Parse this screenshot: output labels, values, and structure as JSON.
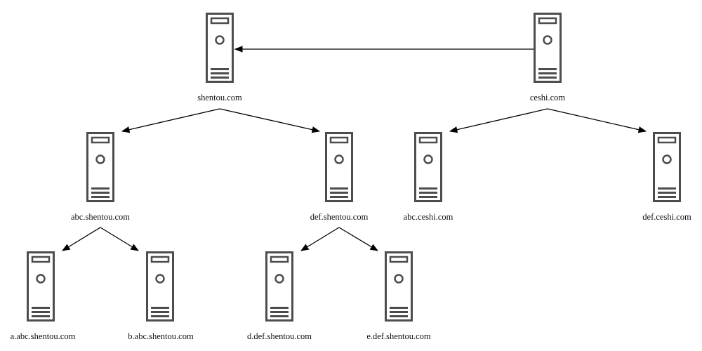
{
  "nodes": {
    "shentou": "shentou.com",
    "ceshi": "ceshi.com",
    "abc_shentou": "abc.shentou.com",
    "def_shentou": "def.shentou.com",
    "abc_ceshi": "abc.ceshi.com",
    "def_ceshi": "def.ceshi.com",
    "a_abc_shentou": "a.abc.shentou.com",
    "b_abc_shentou": "b.abc.shentou.com",
    "d_def_shentou": "d.def.shentou.com",
    "e_def_shentou": "e.def.shentou.com"
  },
  "icon": "server-icon",
  "colors": {
    "stroke": "#4d4d4d",
    "arrow": "#000000",
    "text": "#111111"
  }
}
